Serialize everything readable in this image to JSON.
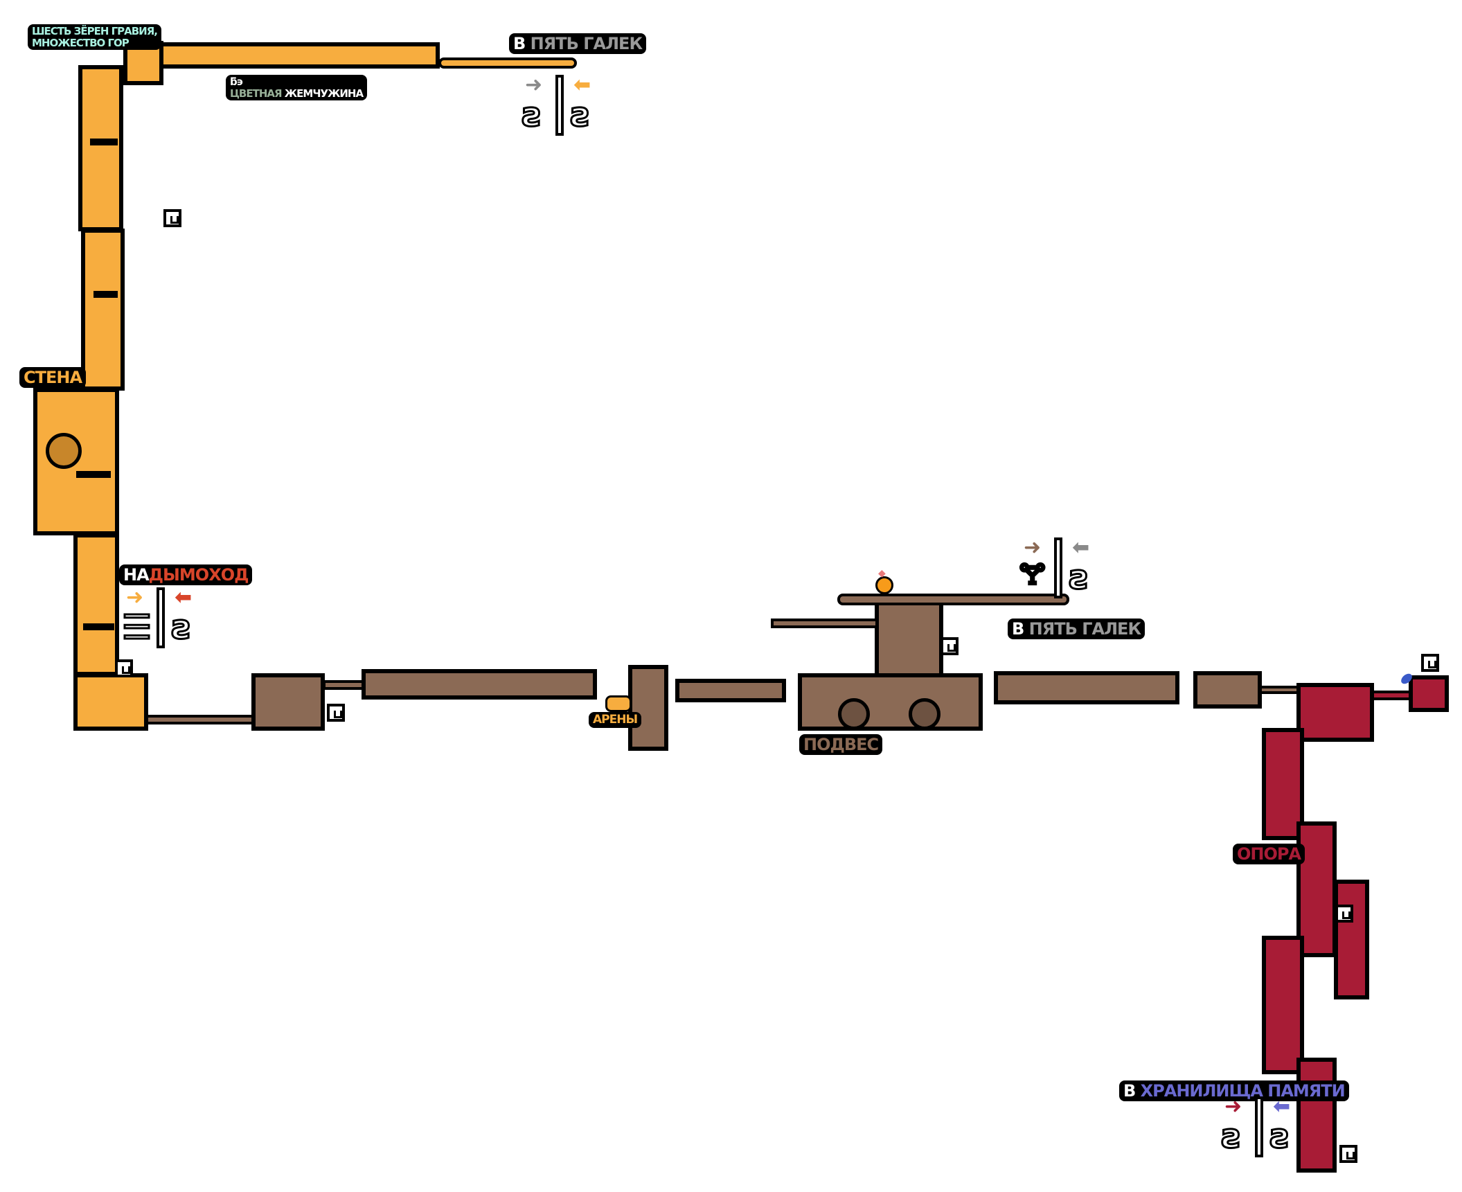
{
  "labels": {
    "start": {
      "line1": "ШЕСТЬ ЗЁРЕН ГРАВИЯ,",
      "line2": "МНОЖЕСТВО ГОР"
    },
    "pearl": {
      "glyph": "ƃ϶",
      "prefix": "ЦВЕТНАЯ",
      "name": "ЖЕМЧУЖИНА"
    },
    "to_five_pebbles_top": {
      "prefix": "В",
      "name": "ПЯТЬ ГАЛЕК"
    },
    "wall": "СТЕНА",
    "to_chimney": {
      "prefix": "НА",
      "name": "ДЫМОХОД"
    },
    "arenas": "АРЕНЫ",
    "suspension": "ПОДВЕС",
    "to_five_pebbles_mid": {
      "prefix": "В",
      "name": "ПЯТЬ ГАЛЕК"
    },
    "support": "ОПОРА",
    "to_memory_vaults": {
      "prefix": "В",
      "name": "ХРАНИЛИЩА ПАМЯТИ"
    }
  },
  "gates": {
    "top": {
      "left_glyph": "ƨ",
      "right_glyph": "ƨ",
      "left_arrow": "➜",
      "right_arrow": "⬅"
    },
    "chimney": {
      "left_glyph": "☰",
      "right_glyph": "ƨ",
      "left_arrow": "➜",
      "right_arrow": "⬅"
    },
    "mid": {
      "left_glyph": "🝖",
      "right_glyph": "ƨ",
      "left_arrow": "➜",
      "right_arrow": "⬅"
    },
    "bottom": {
      "left_glyph": "ƨ",
      "right_glyph": "ƨ",
      "left_arrow": "➜",
      "right_arrow": "⬅"
    }
  },
  "colors": {
    "wall": "#f7ad3f",
    "suspension": "#8b6a55",
    "support": "#a81c36",
    "five_pebbles": "#9a9a9a",
    "chimney": "#d9452a",
    "memory_vaults": "#6a6ad0",
    "start": "#a8f0e0"
  }
}
